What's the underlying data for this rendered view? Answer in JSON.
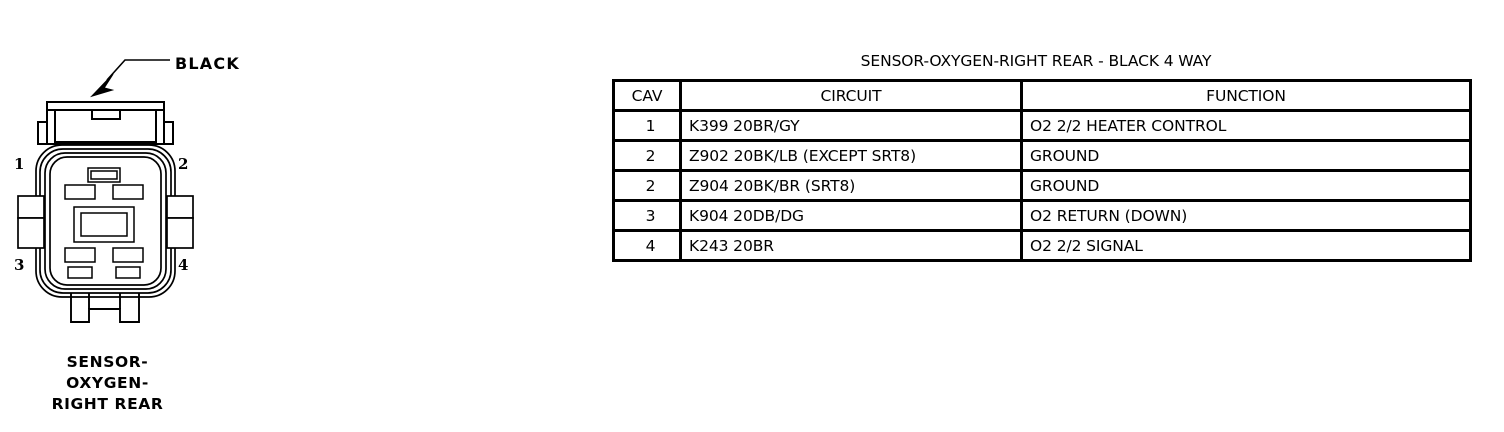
{
  "diagram": {
    "connector": {
      "color_label": "BLACK",
      "pins": [
        "1",
        "2",
        "3",
        "4"
      ],
      "caption_lines": [
        "SENSOR-",
        "OXYGEN-",
        "RIGHT REAR"
      ],
      "caption_full": "SENSOR-OXYGEN-RIGHT REAR",
      "way_count": 4,
      "line_color": "#000000",
      "background_color": "#ffffff"
    },
    "table": {
      "title": "SENSOR-OXYGEN-RIGHT REAR - BLACK 4 WAY",
      "columns": [
        "CAV",
        "CIRCUIT",
        "FUNCTION"
      ],
      "rows": [
        {
          "cav": "1",
          "circuit": "K399 20BR/GY",
          "function": "O2 2/2 HEATER CONTROL"
        },
        {
          "cav": "2",
          "circuit": "Z902 20BK/LB (EXCEPT SRT8)",
          "function": "GROUND"
        },
        {
          "cav": "2",
          "circuit": "Z904 20BK/BR (SRT8)",
          "function": "GROUND"
        },
        {
          "cav": "3",
          "circuit": "K904 20DB/DG",
          "function": "O2 RETURN (DOWN)"
        },
        {
          "cav": "4",
          "circuit": "K243 20BR",
          "function": "O2 2/2 SIGNAL"
        }
      ]
    }
  }
}
